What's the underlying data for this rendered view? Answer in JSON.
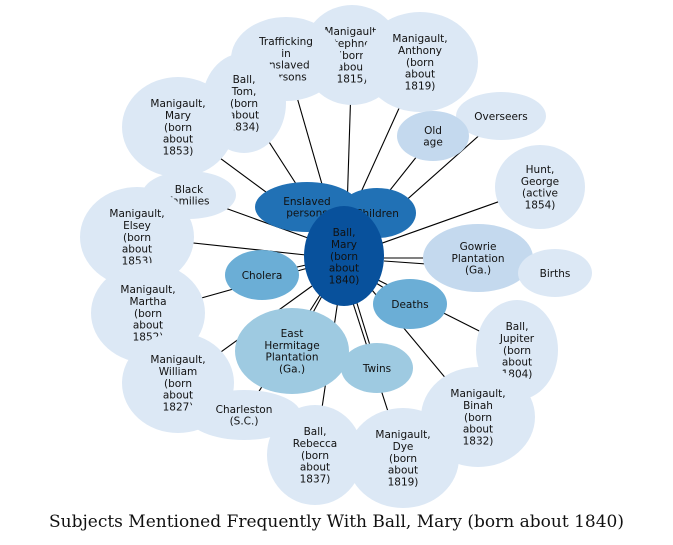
{
  "title": "Subjects Mentioned Frequently With Ball, Mary (born about 1840)",
  "colors": {
    "edge": "#000000",
    "pale": "#dce8f5",
    "light": "#c4d9ee",
    "medium": "#9ecae1",
    "mid": "#6baed6",
    "strong": "#2171b5",
    "center": "#08519c"
  },
  "center": {
    "id": "ball-mary",
    "lines": [
      "Ball,",
      "Mary",
      "(born",
      "about",
      "1840)"
    ],
    "shade": "center"
  },
  "nodes": [
    {
      "id": "manigault-stephney",
      "lines": [
        "Manigault,",
        "Stephney",
        "(born",
        "about",
        "1815)"
      ],
      "shade": "pale"
    },
    {
      "id": "manigault-anthony",
      "lines": [
        "Manigault,",
        "Anthony",
        "(born",
        "about",
        "1819)"
      ],
      "shade": "pale"
    },
    {
      "id": "trafficking",
      "lines": [
        "Trafficking",
        "in",
        "enslaved",
        "persons"
      ],
      "shade": "pale"
    },
    {
      "id": "ball-tom",
      "lines": [
        "Ball,",
        "Tom,",
        "(born",
        "about",
        "1834)"
      ],
      "shade": "pale"
    },
    {
      "id": "overseers",
      "lines": [
        "Overseers"
      ],
      "shade": "pale"
    },
    {
      "id": "old-age",
      "lines": [
        "Old",
        "age"
      ],
      "shade": "light"
    },
    {
      "id": "manigault-mary",
      "lines": [
        "Manigault,",
        "Mary",
        "(born",
        "about",
        "1853)"
      ],
      "shade": "pale"
    },
    {
      "id": "hunt-george",
      "lines": [
        "Hunt,",
        "George",
        "(active",
        "1854)"
      ],
      "shade": "pale"
    },
    {
      "id": "black-families",
      "lines": [
        "Black",
        "families"
      ],
      "shade": "pale"
    },
    {
      "id": "enslaved-persons",
      "lines": [
        "Enslaved",
        "persons"
      ],
      "shade": "strong"
    },
    {
      "id": "children",
      "lines": [
        "Children"
      ],
      "shade": "strong"
    },
    {
      "id": "manigault-elsey",
      "lines": [
        "Manigault,",
        "Elsey",
        "(born",
        "about",
        "1853)"
      ],
      "shade": "pale"
    },
    {
      "id": "gowrie-plantation",
      "lines": [
        "Gowrie",
        "Plantation",
        "(Ga.)"
      ],
      "shade": "light"
    },
    {
      "id": "births",
      "lines": [
        "Births"
      ],
      "shade": "pale"
    },
    {
      "id": "cholera",
      "lines": [
        "Cholera"
      ],
      "shade": "mid"
    },
    {
      "id": "manigault-martha",
      "lines": [
        "Manigault,",
        "Martha",
        "(born",
        "about",
        "1852)"
      ],
      "shade": "pale"
    },
    {
      "id": "deaths",
      "lines": [
        "Deaths"
      ],
      "shade": "mid"
    },
    {
      "id": "ball-jupiter",
      "lines": [
        "Ball,",
        "Jupiter",
        "(born",
        "about",
        "1804)"
      ],
      "shade": "pale"
    },
    {
      "id": "east-hermitage",
      "lines": [
        "East",
        "Hermitage",
        "Plantation",
        "(Ga.)"
      ],
      "shade": "medium"
    },
    {
      "id": "manigault-william",
      "lines": [
        "Manigault,",
        "William",
        "(born",
        "about",
        "1827)"
      ],
      "shade": "pale"
    },
    {
      "id": "twins",
      "lines": [
        "Twins"
      ],
      "shade": "medium"
    },
    {
      "id": "manigault-binah",
      "lines": [
        "Manigault,",
        "Binah",
        "(born",
        "about",
        "1832)"
      ],
      "shade": "pale"
    },
    {
      "id": "charleston",
      "lines": [
        "Charleston",
        "(S.C.)"
      ],
      "shade": "pale"
    },
    {
      "id": "ball-rebecca",
      "lines": [
        "Ball,",
        "Rebecca",
        "(born",
        "about",
        "1837)"
      ],
      "shade": "pale"
    },
    {
      "id": "manigault-dye",
      "lines": [
        "Manigault,",
        "Dye",
        "(born",
        "about",
        "1819)"
      ],
      "shade": "pale"
    }
  ]
}
